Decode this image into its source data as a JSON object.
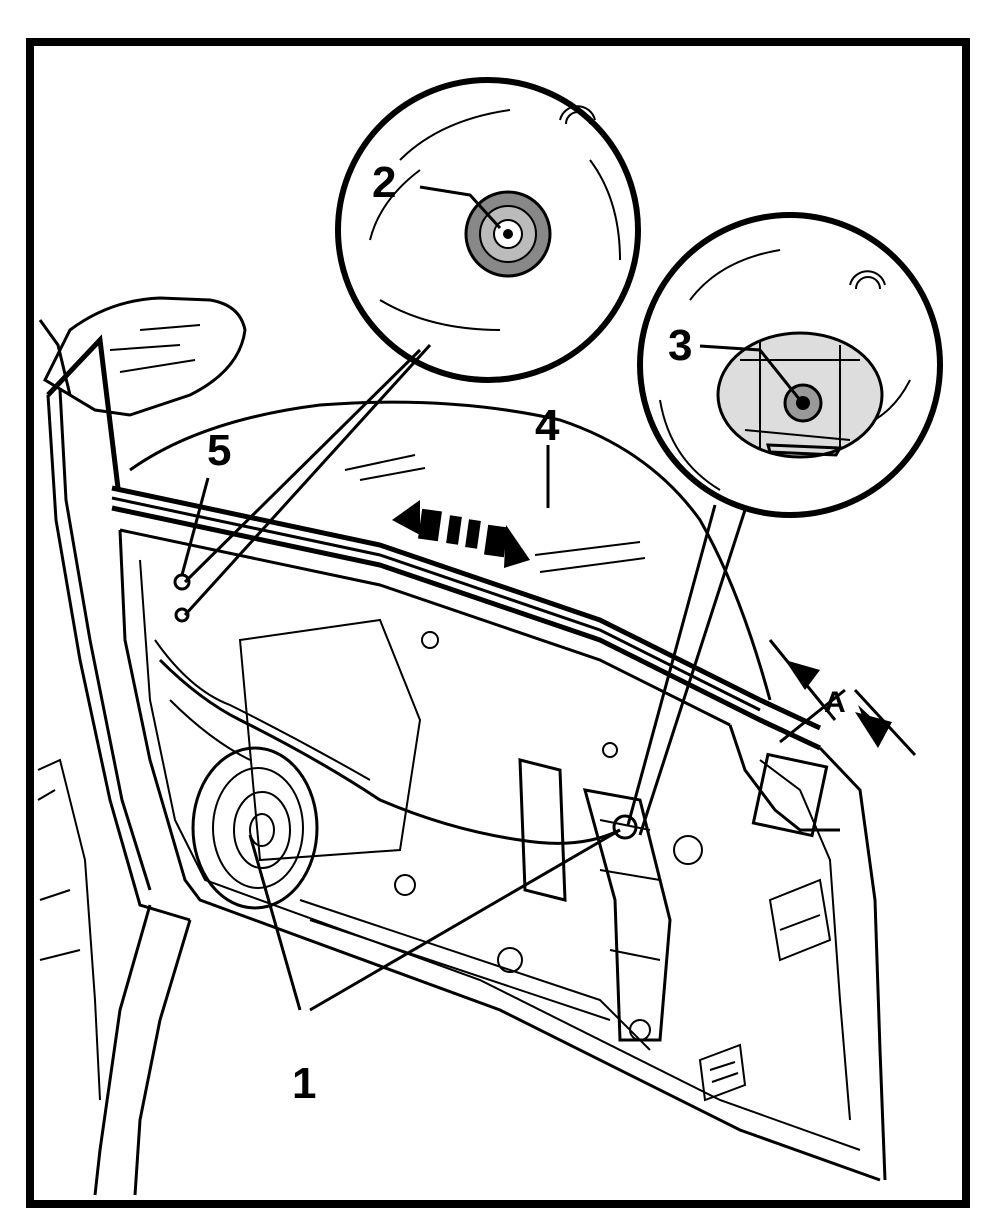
{
  "diagram": {
    "callouts": {
      "label_1": "1",
      "label_2": "2",
      "label_3": "3",
      "label_4": "4",
      "label_5": "5",
      "label_a": "A"
    },
    "components": {
      "door_inner_panel": "door-panel",
      "window_glass": "window",
      "side_mirror": "mirror",
      "speaker": "speaker",
      "window_regulator": "regulator",
      "bolt_detail_top": "bolt-nut-detail",
      "bolt_detail_right": "bolt-bracket-detail"
    }
  }
}
